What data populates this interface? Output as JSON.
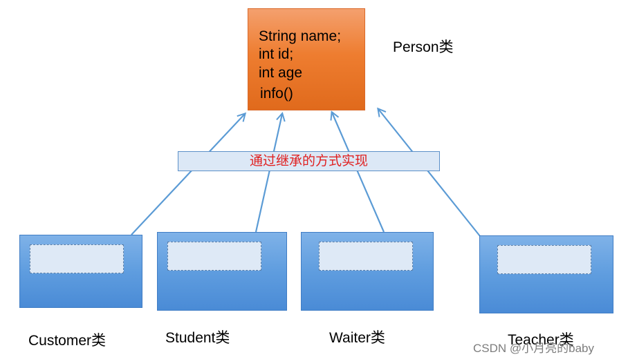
{
  "person": {
    "fields": [
      "String name;",
      "int id;",
      "int age",
      "info()"
    ],
    "label": "Person类",
    "colors": {
      "top": "#f4a06e",
      "bottom": "#e06a1c"
    }
  },
  "banner": {
    "text": "通过继承的方式实现",
    "text_color": "#e02020",
    "fill": "#dce8f6"
  },
  "subclasses": [
    {
      "label": "Customer类"
    },
    {
      "label": "Student类"
    },
    {
      "label": "Waiter类"
    },
    {
      "label": "Teacher类"
    }
  ],
  "subclass_color": "#5f9ddf",
  "arrow_color": "#5b9bd5",
  "watermark": "CSDN @小月亮的baby"
}
